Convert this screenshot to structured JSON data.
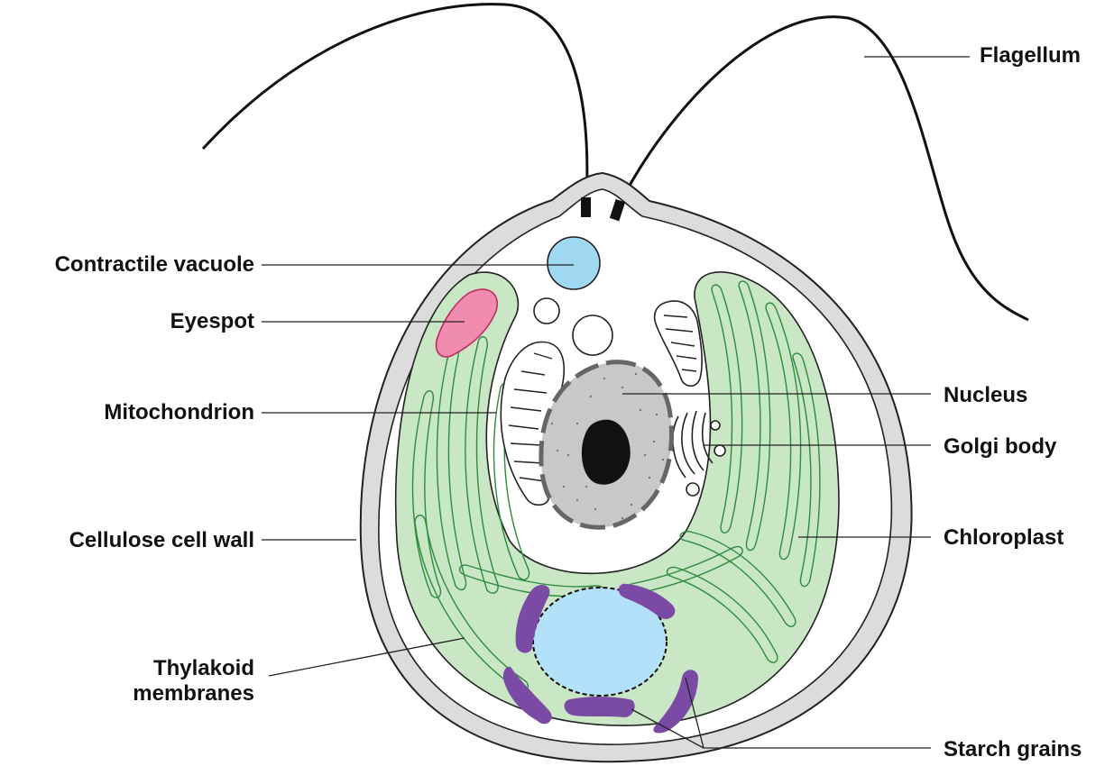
{
  "labels": {
    "flagellum": "Flagellum",
    "contractile_vacuole": "Contractile vacuole",
    "eyespot": "Eyespot",
    "nucleus": "Nucleus",
    "mitochondrion": "Mitochondrion",
    "golgi_body": "Golgi body",
    "cellulose_cell_wall": "Cellulose cell wall",
    "chloroplast": "Chloroplast",
    "thylakoid_line1": "Thylakoid",
    "thylakoid_line2": "membranes",
    "starch_grains": "Starch grains"
  },
  "colors": {
    "cell_wall": "#dcdcdc",
    "chloroplast": "#c9e6c5",
    "thylakoid": "#2e8b3e",
    "eyespot": "#f28bb0",
    "contractile_vacuole": "#a0d8f2",
    "nucleus": "#c8c8c8",
    "nucleolus": "#111111",
    "starch": "#7b4aa5",
    "pyrenoid": "#b3e1fa"
  }
}
